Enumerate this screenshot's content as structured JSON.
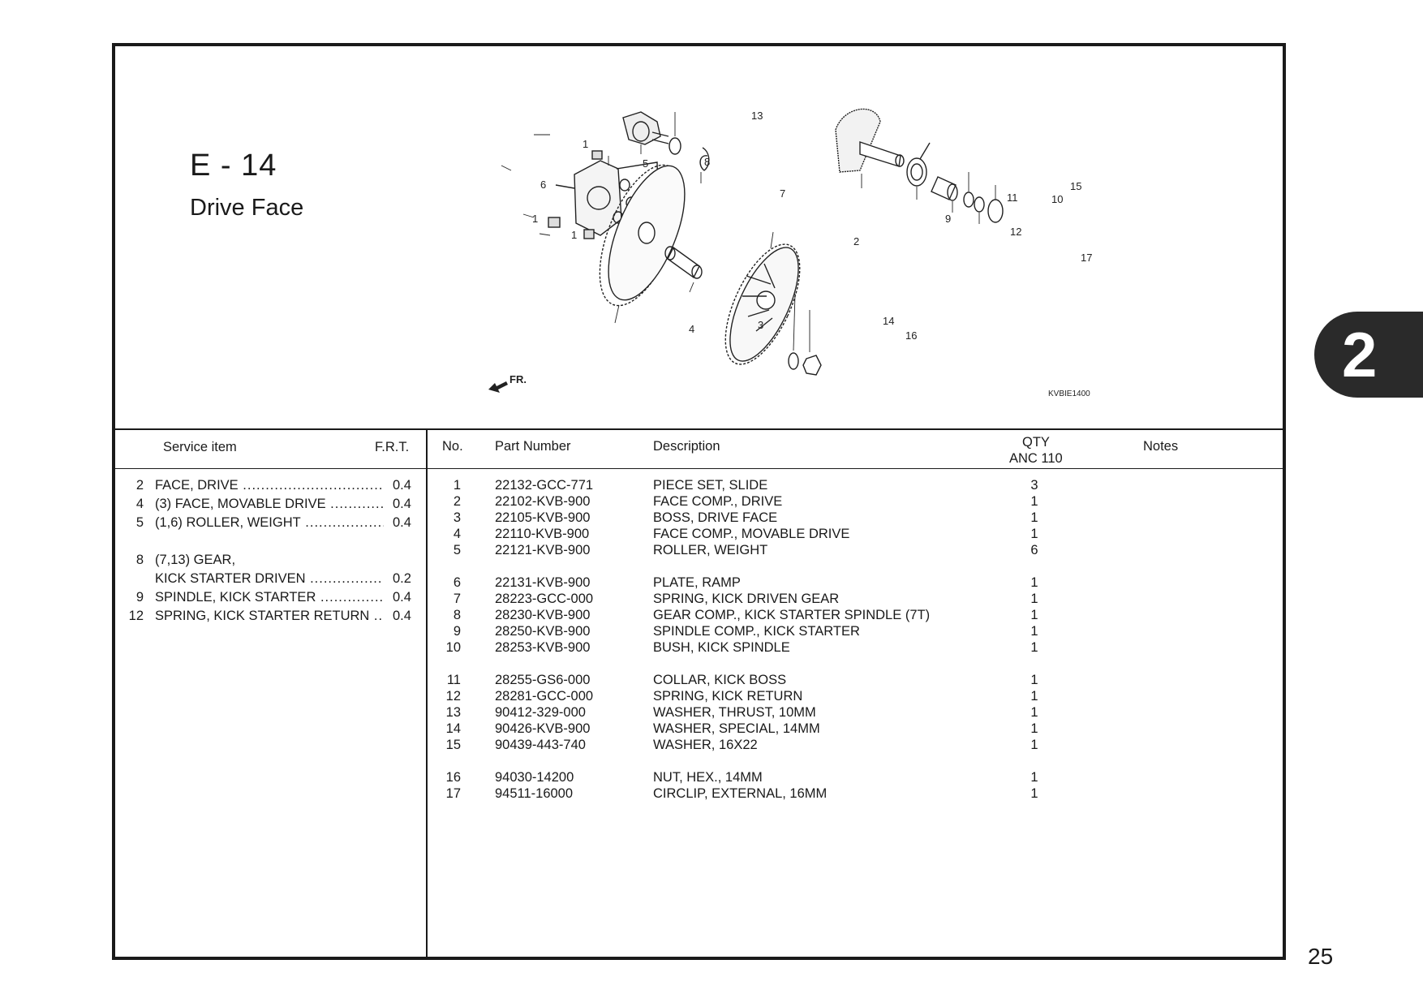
{
  "section": {
    "code": "E - 14",
    "title": "Drive Face"
  },
  "diagram": {
    "code": "KVBIE1400",
    "fr_label": "FR.",
    "callouts": [
      "1",
      "1",
      "1",
      "2",
      "3",
      "4",
      "5",
      "6",
      "7",
      "8",
      "9",
      "10",
      "11",
      "12",
      "13",
      "14",
      "15",
      "16",
      "17"
    ]
  },
  "service_table": {
    "headers": {
      "item": "Service item",
      "frt": "F.R.T."
    },
    "rows": [
      {
        "num": "2",
        "text": "FACE, DRIVE",
        "frt": "0.4"
      },
      {
        "num": "4",
        "text": "(3)  FACE, MOVABLE DRIVE",
        "frt": "0.4"
      },
      {
        "num": "5",
        "text": "(1,6) ROLLER, WEIGHT",
        "frt": "0.4"
      },
      {
        "num": "8",
        "text": "(7,13)  GEAR,",
        "frt": ""
      },
      {
        "num": "",
        "text": "KICK STARTER DRIVEN",
        "frt": "0.2"
      },
      {
        "num": "9",
        "text": "SPINDLE, KICK STARTER",
        "frt": "0.4"
      },
      {
        "num": "12",
        "text": "SPRING, KICK STARTER RETURN",
        "frt": "0.4"
      }
    ]
  },
  "parts_table": {
    "headers": {
      "no": "No.",
      "part_number": "Part Number",
      "description": "Description",
      "qty": "QTY",
      "model": "ANC 110",
      "notes": "Notes"
    },
    "rows": [
      {
        "no": "1",
        "pn": "22132-GCC-771",
        "desc": "PIECE SET, SLIDE",
        "qty": "3"
      },
      {
        "no": "2",
        "pn": "22102-KVB-900",
        "desc": "FACE COMP., DRIVE",
        "qty": "1"
      },
      {
        "no": "3",
        "pn": "22105-KVB-900",
        "desc": "BOSS, DRIVE FACE",
        "qty": "1"
      },
      {
        "no": "4",
        "pn": "22110-KVB-900",
        "desc": "FACE COMP., MOVABLE DRIVE",
        "qty": "1"
      },
      {
        "no": "5",
        "pn": "22121-KVB-900",
        "desc": "ROLLER, WEIGHT",
        "qty": "6"
      },
      {
        "no": "6",
        "pn": "22131-KVB-900",
        "desc": "PLATE, RAMP",
        "qty": "1"
      },
      {
        "no": "7",
        "pn": "28223-GCC-000",
        "desc": "SPRING, KICK DRIVEN GEAR",
        "qty": "1"
      },
      {
        "no": "8",
        "pn": "28230-KVB-900",
        "desc": "GEAR COMP., KICK STARTER   SPINDLE (7T)",
        "qty": "1"
      },
      {
        "no": "9",
        "pn": "28250-KVB-900",
        "desc": "SPINDLE COMP., KICK STARTER",
        "qty": "1"
      },
      {
        "no": "10",
        "pn": "28253-KVB-900",
        "desc": "BUSH, KICK SPINDLE",
        "qty": "1"
      },
      {
        "no": "11",
        "pn": "28255-GS6-000",
        "desc": "COLLAR, KICK BOSS",
        "qty": "1"
      },
      {
        "no": "12",
        "pn": "28281-GCC-000",
        "desc": "SPRING, KICK RETURN",
        "qty": "1"
      },
      {
        "no": "13",
        "pn": "90412-329-000",
        "desc": "WASHER, THRUST, 10MM",
        "qty": "1"
      },
      {
        "no": "14",
        "pn": "90426-KVB-900",
        "desc": "WASHER, SPECIAL, 14MM",
        "qty": "1"
      },
      {
        "no": "15",
        "pn": "90439-443-740",
        "desc": "WASHER, 16X22",
        "qty": "1"
      },
      {
        "no": "16",
        "pn": "94030-14200",
        "desc": "NUT, HEX., 14MM",
        "qty": "1"
      },
      {
        "no": "17",
        "pn": "94511-16000",
        "desc": "CIRCLIP, EXTERNAL, 16MM",
        "qty": "1"
      }
    ]
  },
  "chapter_tab": "2",
  "page_number": "25"
}
